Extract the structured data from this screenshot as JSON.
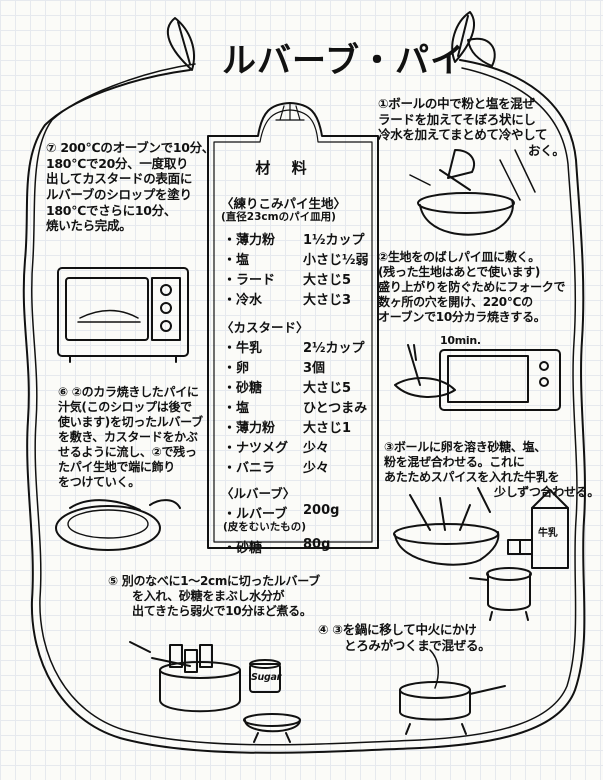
{
  "title": "ルバーブ・パイ",
  "card": {
    "heading": "材 料",
    "pastry": {
      "header": "〈練りこみパイ生地〉",
      "note": "(直径23cmのパイ皿用)",
      "items": [
        {
          "name": "・薄力粉",
          "qty": "1½カップ"
        },
        {
          "name": "・塩",
          "qty": "小さじ½弱"
        },
        {
          "name": "・ラード",
          "qty": "大さじ5"
        },
        {
          "name": "・冷水",
          "qty": "大さじ3"
        }
      ]
    },
    "custard": {
      "header": "〈カスタード〉",
      "items": [
        {
          "name": "・牛乳",
          "qty": "2½カップ"
        },
        {
          "name": "・卵",
          "qty": "3個"
        },
        {
          "name": "・砂糖",
          "qty": "大さじ5"
        },
        {
          "name": "・塩",
          "qty": "ひとつまみ"
        },
        {
          "name": "・薄力粉",
          "qty": "大さじ1"
        },
        {
          "name": "・ナツメグ",
          "qty": "少々"
        },
        {
          "name": "・バニラ",
          "qty": "少々"
        }
      ]
    },
    "rhubarb": {
      "header": "〈ルバーブ〉",
      "items": [
        {
          "name": "・ルバーブ",
          "qty": "200g"
        },
        {
          "name": "(皮をむいたもの)",
          "qty": ""
        },
        {
          "name": "・砂糖",
          "qty": "80g"
        }
      ]
    }
  },
  "steps": {
    "s1": [
      "①ボールの中で粉と塩を混ぜ",
      "ラードを加えてそぼろ状にし",
      "冷水を加えてまとめて冷やして",
      "おく。"
    ],
    "s2": [
      "②生地をのばしパイ皿に敷く。",
      "(残った生地はあとで使います)",
      "盛り上がりを防ぐためにフォークで",
      "数ヶ所の穴を開け、220℃の",
      "オーブンで10分カラ焼きする。"
    ],
    "s3": [
      "③ボールに卵を溶き砂糖、塩、",
      "粉を混ぜ合わせる。これに",
      "あたためスパイスを入れた牛乳を",
      "少しずつ合わせる。"
    ],
    "s4": [
      "④ ③を鍋に移して中火にかけ",
      "とろみがつくまで混ぜる。"
    ],
    "s5": [
      "⑤ 別のなべに1〜2cmに切ったルバーブ",
      "を入れ、砂糖をまぶし水分が",
      "出てきたら弱火で10分ほど煮る。"
    ],
    "s6": [
      "⑥ ②のカラ焼きしたパイに",
      "汁気(このシロップは後で",
      "使います)を切ったルバーブ",
      "を敷き、カスタードをかぶ",
      "せるように流し、②で残っ",
      "たパイ生地で端に飾り",
      "をつけていく。"
    ],
    "s7": [
      "⑦ 200℃のオーブンで10分、",
      "180℃で20分、一度取り",
      "出してカスタードの表面に",
      "ルバーブのシロップを塗り",
      "180℃でさらに10分、",
      "焼いたら完成。"
    ]
  },
  "labels": {
    "timer": "10min.",
    "sugar_jar": "Sugar",
    "milk_carton": "牛乳"
  }
}
